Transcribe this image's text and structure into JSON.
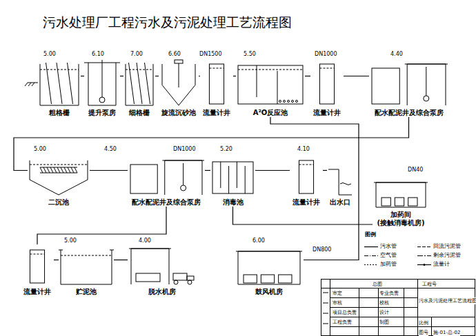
{
  "diagram": {
    "title": "污水处理厂工程污水及污泥处理工艺流程图",
    "nodes": [
      {
        "text": [
          "粗格栅"
        ]
      },
      {
        "text": [
          "提升泵房"
        ]
      },
      {
        "text": [
          "细格栅"
        ]
      },
      {
        "text": [
          "旋流沉砂池"
        ]
      },
      {
        "text": [
          "流量计井"
        ]
      },
      {
        "text": [
          "A²O反应池"
        ]
      },
      {
        "text": [
          "流量计井"
        ]
      },
      {
        "text": [
          "配水配泥井及综合泵房"
        ]
      },
      {
        "text": [
          "二沉池"
        ]
      },
      {
        "text": [
          "配水配泥井及综合泵房"
        ]
      },
      {
        "text": [
          "消毒池"
        ]
      },
      {
        "text": [
          "流量计井"
        ]
      },
      {
        "text": [
          "出水口"
        ]
      },
      {
        "text": [
          "加药间",
          "(接触消毒机房)"
        ]
      },
      {
        "text": [
          "流量计井"
        ]
      },
      {
        "text": [
          "贮泥池"
        ]
      },
      {
        "text": [
          "脱水机房"
        ]
      },
      {
        "text": [
          "鼓风机房"
        ]
      }
    ],
    "edges": [
      {
        "from": 0,
        "to": 1,
        "arrow": "none"
      },
      {
        "from": 1,
        "to": 2,
        "arrow": "none"
      },
      {
        "from": 2,
        "to": 3,
        "arrow": "none"
      },
      {
        "from": 3,
        "to": 4,
        "arrow": "none"
      },
      {
        "from": 4,
        "to": 5,
        "arrow": "none"
      },
      {
        "from": 5,
        "to": 6,
        "arrow": "none"
      },
      {
        "from": 6,
        "to": 7,
        "arrow": "none"
      },
      {
        "from": 7,
        "to": 8,
        "arrow": "none"
      },
      {
        "from": 8,
        "to": 9,
        "arrow": "none"
      },
      {
        "from": 9,
        "to": 10,
        "arrow": "none"
      },
      {
        "from": 10,
        "to": 11,
        "arrow": "none"
      },
      {
        "from": 11,
        "to": 12,
        "arrow": "none"
      },
      {
        "from": 13,
        "to": 10,
        "arrow": "none"
      },
      {
        "from": 9,
        "to": 14,
        "arrow": "none"
      },
      {
        "from": 14,
        "to": 15,
        "arrow": "none"
      },
      {
        "from": 15,
        "to": 16,
        "arrow": "none"
      },
      {
        "from": 17,
        "to": 5,
        "arrow": "none"
      }
    ],
    "labels": [
      "5.00",
      "6.10",
      "7.00",
      "6.60",
      "DN1500",
      "5.50",
      "DN1000",
      "4.40",
      "5.00",
      "4.50",
      "DN1000",
      "5.20",
      "4.10",
      "DN40",
      "5.00",
      "4.00",
      "6.00",
      "DN800",
      "图例",
      "总图",
      "工程号",
      "审定",
      "专业负责",
      "审核",
      "校核",
      "项目总负责",
      "设计",
      "工程负责",
      "制图",
      "污水及污泥处理工艺流程图",
      "比例",
      "图号",
      "施-01-总-02"
    ],
    "legend": [
      {
        "text": "污水管"
      },
      {
        "text": "空气管"
      },
      {
        "text": "加药管"
      },
      {
        "text": "回流污泥管"
      },
      {
        "text": "剩余污泥管"
      },
      {
        "text": "流量计"
      }
    ]
  }
}
